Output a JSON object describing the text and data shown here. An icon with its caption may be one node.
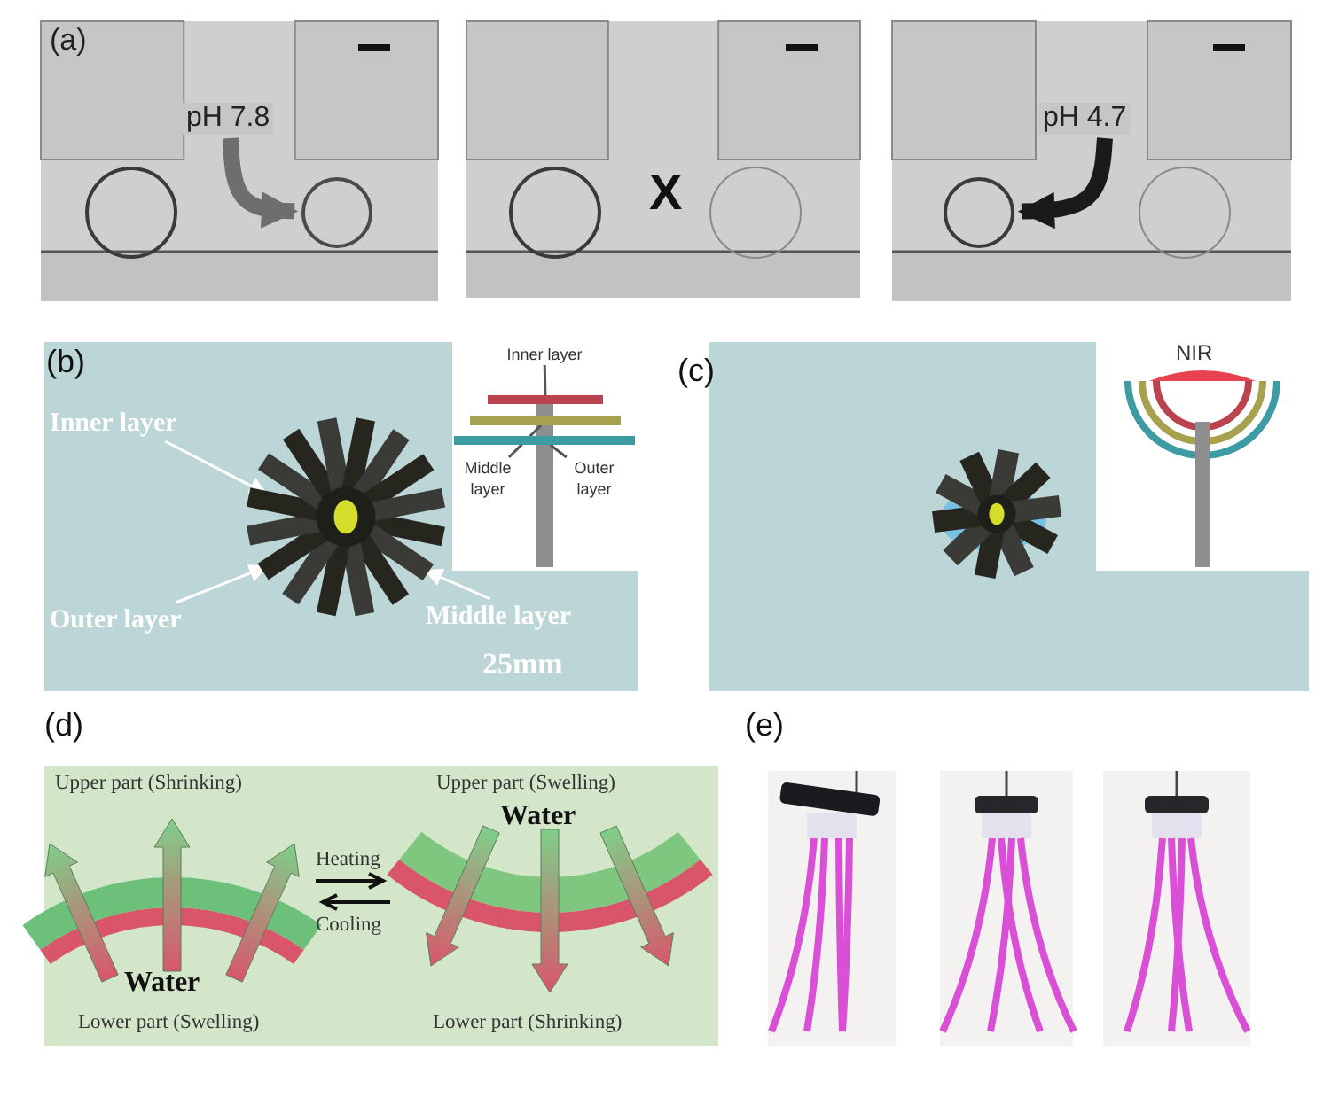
{
  "diagram": {
    "nodes": [
      {
        "text": [],
        "shape": "circle"
      },
      {
        "text": [],
        "shape": "circle"
      },
      {
        "text": [],
        "shape": "circle"
      },
      {
        "text": [],
        "shape": "circle"
      },
      {
        "text": [],
        "shape": "circle"
      },
      {
        "text": [],
        "shape": "circle"
      },
      {
        "text": [
          "Inner layer"
        ]
      },
      {
        "text": [
          "Outer layer"
        ]
      },
      {
        "text": [
          "Middle layer"
        ]
      },
      {
        "text": [],
        "shape": "picture"
      },
      {
        "text": [
          "Inner layer"
        ]
      },
      {
        "text": [
          "Middle layer"
        ]
      },
      {
        "text": [
          "Outer layer"
        ]
      },
      {
        "text": [],
        "shape": "bar"
      },
      {
        "text": [],
        "shape": "bar"
      },
      {
        "text": [],
        "shape": "bar"
      }
    ],
    "edges": [
      {
        "from": null,
        "to": 1,
        "arrow": "to",
        "label": "pH 7.8",
        "style": "thick",
        "color": "#6e6e6e"
      },
      {
        "from": null,
        "to": 4,
        "arrow": "to",
        "label": "pH 4.7",
        "style": "thick",
        "color": "#1a1a1a"
      },
      {
        "from": 6,
        "to": 9,
        "arrow": "to",
        "color": "#ffffff"
      },
      {
        "from": 7,
        "to": 9,
        "arrow": "to",
        "color": "#ffffff"
      },
      {
        "from": 8,
        "to": 9,
        "arrow": "to",
        "color": "#ffffff"
      },
      {
        "from": 10,
        "to": 13,
        "arrow": "none",
        "color": "#555555"
      },
      {
        "from": 11,
        "to": 14,
        "arrow": "none",
        "color": "#555555"
      },
      {
        "from": 12,
        "to": 15,
        "arrow": "none",
        "color": "#555555"
      }
    ],
    "labels": [
      "(a)",
      "X",
      "(b)",
      "25mm",
      "(c)",
      "NIR",
      "(d)",
      "Upper part (Shrinking)",
      "Upper part (Swelling)",
      "Water",
      "Heating",
      "Cooling",
      "Water",
      "Lower part (Swelling)",
      "Lower part (Shrinking)",
      "(e)"
    ]
  }
}
